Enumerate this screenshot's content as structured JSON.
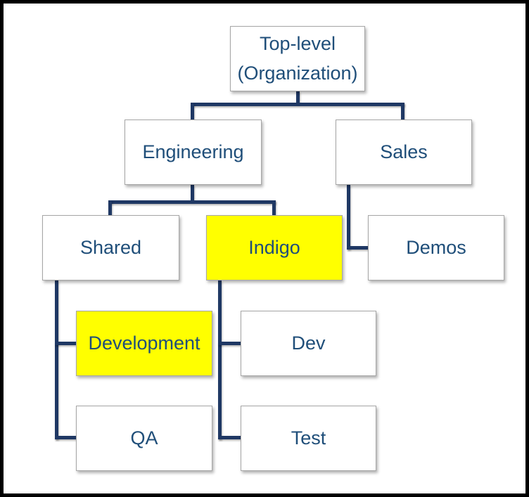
{
  "colors": {
    "text": "#1F4E79",
    "line": "#1F3864",
    "node_border": "#A6A6A6",
    "node_bg": "#FFFFFF",
    "highlight": "#FFFF00",
    "frame": "#000000",
    "canvas_bg": "#FFFFFF"
  },
  "nodes": [
    {
      "label": "Top-level (Organization)",
      "highlighted": false
    },
    {
      "label": "Engineering",
      "highlighted": false
    },
    {
      "label": "Sales",
      "highlighted": false
    },
    {
      "label": "Shared",
      "highlighted": false
    },
    {
      "label": "Indigo",
      "highlighted": true
    },
    {
      "label": "Demos",
      "highlighted": false
    },
    {
      "label": "Development",
      "highlighted": true
    },
    {
      "label": "Dev",
      "highlighted": false
    },
    {
      "label": "QA",
      "highlighted": false
    },
    {
      "label": "Test",
      "highlighted": false
    }
  ],
  "diagram": {
    "type": "org-chart-hierarchy",
    "root": "Top-level (Organization)",
    "edges": [
      [
        "Top-level (Organization)",
        "Engineering"
      ],
      [
        "Top-level (Organization)",
        "Sales"
      ],
      [
        "Engineering",
        "Shared"
      ],
      [
        "Engineering",
        "Indigo"
      ],
      [
        "Sales",
        "Demos"
      ],
      [
        "Shared",
        "Development"
      ],
      [
        "Shared",
        "QA"
      ],
      [
        "Indigo",
        "Dev"
      ],
      [
        "Indigo",
        "Test"
      ]
    ],
    "highlighted_nodes": [
      "Indigo",
      "Development"
    ]
  }
}
